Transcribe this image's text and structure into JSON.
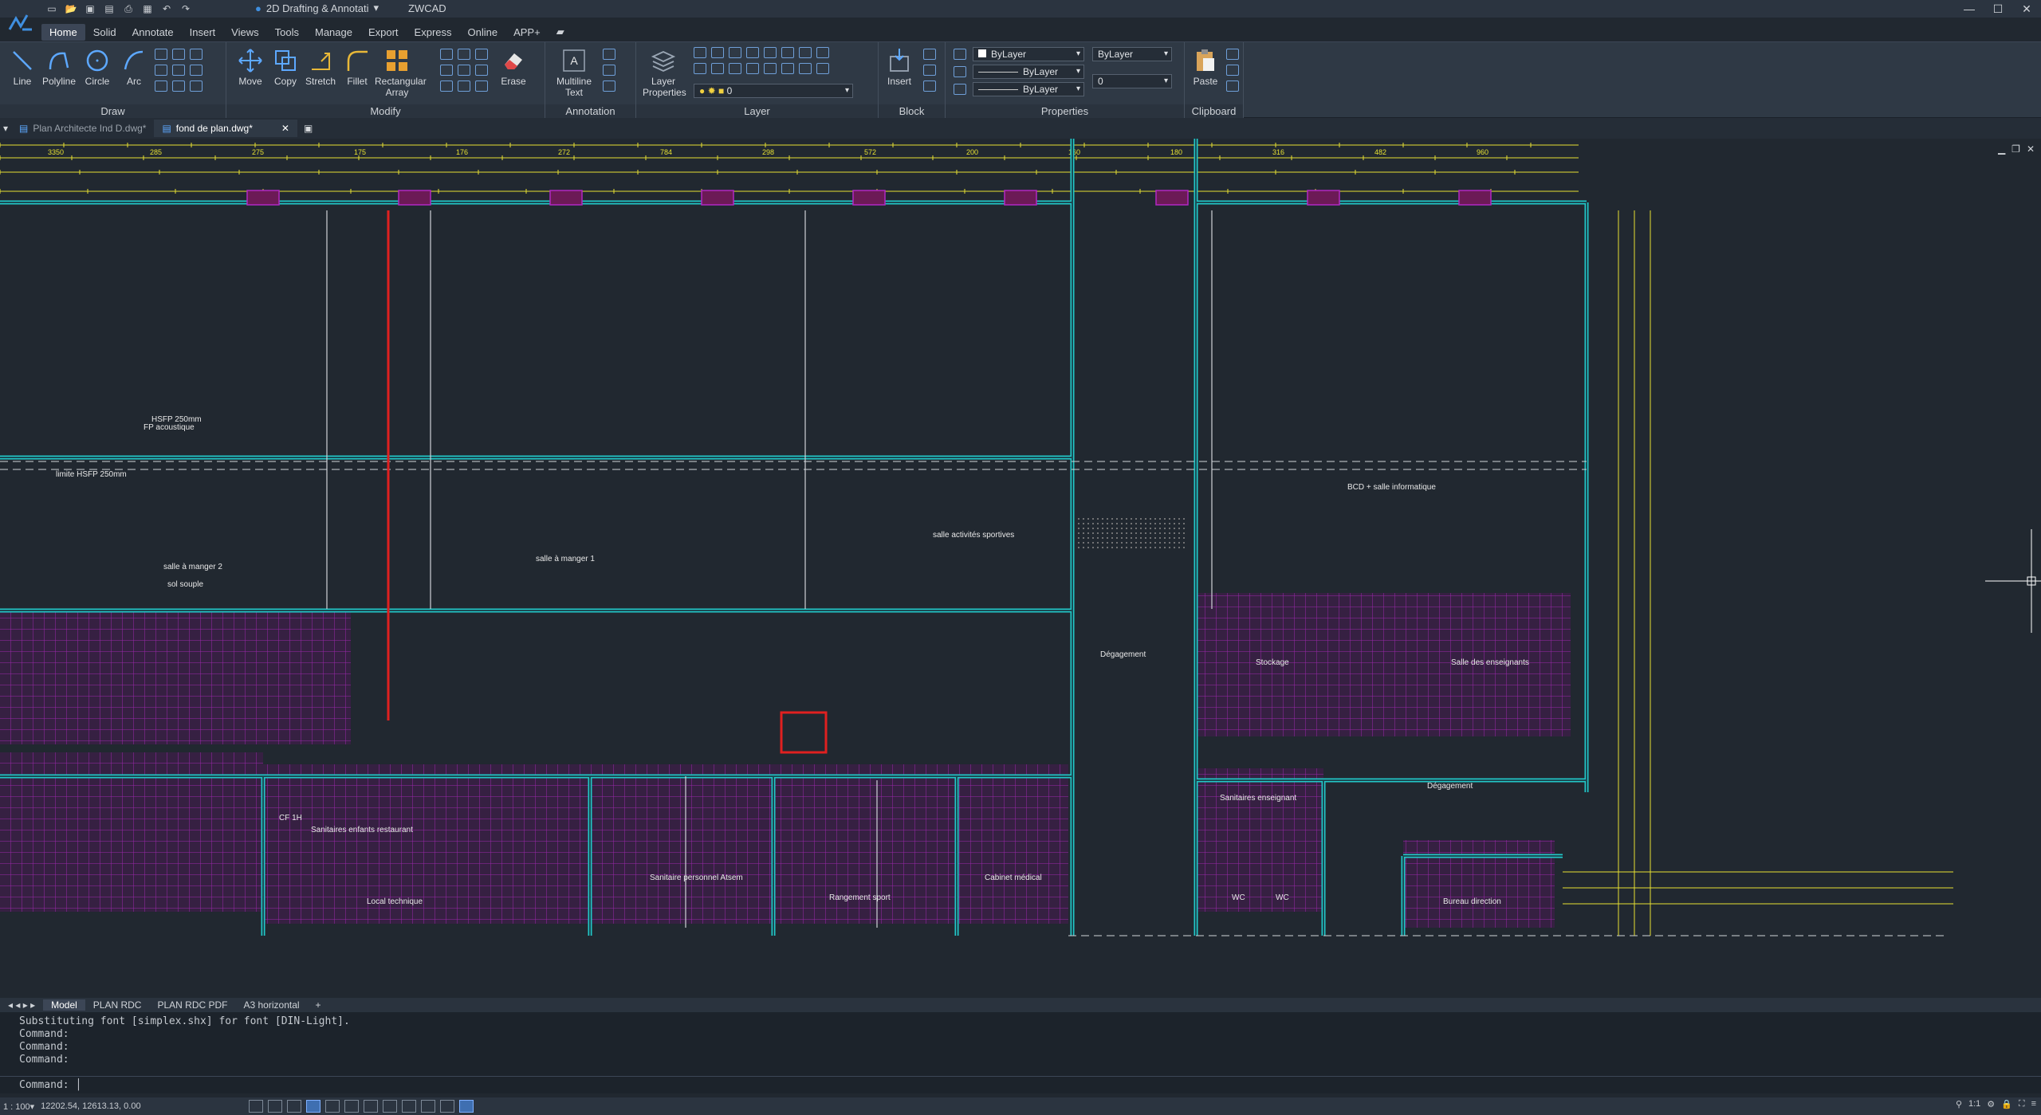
{
  "window": {
    "app_name": "ZWCAD",
    "workspace": "2D Drafting & Annotati",
    "controls": [
      "—",
      "☐",
      "✕"
    ]
  },
  "menu": [
    "Home",
    "Solid",
    "Annotate",
    "Insert",
    "Views",
    "Tools",
    "Manage",
    "Export",
    "Express",
    "Online",
    "APP+"
  ],
  "ribbon": {
    "draw": {
      "title": "Draw",
      "tools": [
        "Line",
        "Polyline",
        "Circle",
        "Arc"
      ]
    },
    "modify": {
      "title": "Modify",
      "tools": [
        "Move",
        "Copy",
        "Stretch",
        "Fillet",
        "Rectangular Array",
        "Erase"
      ]
    },
    "annotation": {
      "title": "Annotation",
      "tools": [
        "Multiline Text"
      ]
    },
    "layer": {
      "title": "Layer",
      "tools": [
        "Layer Properties"
      ],
      "current_layer": "0"
    },
    "block": {
      "title": "Block",
      "tools": [
        "Insert"
      ]
    },
    "properties": {
      "title": "Properties",
      "color": "ByLayer",
      "linetype": "ByLayer",
      "lineweight": "ByLayer",
      "plotstyle": "ByLayer",
      "transparency": "0"
    },
    "clipboard": {
      "title": "Clipboard",
      "tools": [
        "Paste"
      ]
    }
  },
  "doc_tabs": [
    {
      "label": "Plan Architecte Ind D.dwg*",
      "active": false
    },
    {
      "label": "fond de plan.dwg*",
      "active": true
    }
  ],
  "layout_tabs": [
    "Model",
    "PLAN RDC",
    "PLAN RDC PDF",
    "A3 horizontal",
    "+"
  ],
  "command_history": [
    "Substituting font [simplex.shx] for font [DIN-Light].",
    "Command:",
    "Command:",
    "Command:"
  ],
  "command_prompt": "Command:",
  "status": {
    "scale": "1 : 100▾",
    "coords": "12202.54, 12613.13, 0.00",
    "right_scale": "1:1"
  },
  "drawing": {
    "labels": [
      "salle à manger 2",
      "salle à manger 1",
      "salle activités sportives",
      "BCD + salle informatique",
      "Dégagement",
      "Stockage",
      "Salle des enseignants",
      "Sanitaires enfants restaurant",
      "Local technique",
      "Sanitaire personnel Atsem",
      "Rangement sport",
      "Cabinet médical",
      "Dégagement",
      "Bureau direction",
      "Sanitaires enseignant",
      "WC",
      "WC",
      "HSFP 250mm",
      "FP acoustique",
      "limite HSFP 250mm",
      "sol souple",
      "CF 1H"
    ],
    "dims_top": [
      "3350",
      "285",
      "275",
      "175",
      "176",
      "272",
      "784",
      "298",
      "572",
      "200",
      "160",
      "180",
      "316",
      "482",
      "960"
    ]
  },
  "colors": {
    "wall_cyan": "#22c8c8",
    "dim_yellow": "#e6e032",
    "hatch_magenta": "#b227c2",
    "text_white": "#e8e8e8",
    "red": "#e02020",
    "bg": "#212830"
  }
}
